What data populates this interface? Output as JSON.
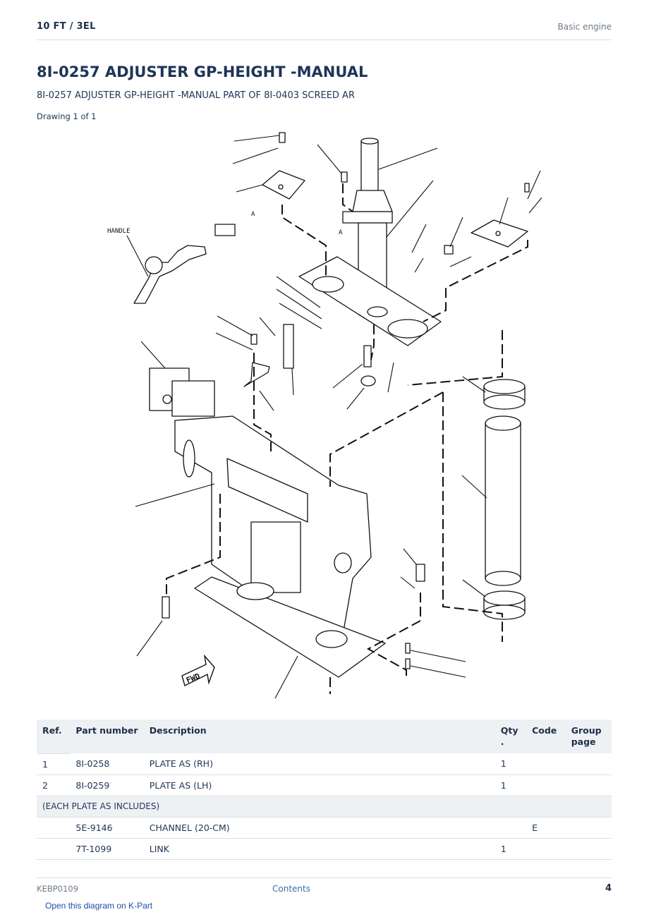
{
  "header": {
    "model": "10 FT  /  3EL",
    "section": "Basic engine"
  },
  "title": "8I-0257 ADJUSTER GP-HEIGHT -MANUAL",
  "subtitle": "8I-0257 ADJUSTER GP-HEIGHT -MANUAL PART OF 8I-0403 SCREED AR",
  "drawing_label": "Drawing 1 of 1",
  "diagram": {
    "handle_label": "HANDLE",
    "callout_a": "A",
    "callout_a2": "A",
    "fwd_label": "FWD"
  },
  "table": {
    "headers": {
      "ref": "Ref.",
      "part": "Part number",
      "desc": "Description",
      "qty": "Qty\n.",
      "code": "Code",
      "group": "Group page"
    },
    "rows": [
      {
        "ref": "1",
        "part": "8I-0258",
        "desc": "PLATE AS (RH)",
        "qty": "1",
        "code": ""
      },
      {
        "ref": "2",
        "part": "8I-0259",
        "desc": "PLATE AS (LH)",
        "qty": "1",
        "code": ""
      }
    ],
    "group_note": "(EACH PLATE AS INCLUDES)",
    "subrows": [
      {
        "ref": "",
        "part": "5E-9146",
        "desc": "CHANNEL (20-CM)",
        "qty": "",
        "code": "E"
      },
      {
        "ref": "",
        "part": "7T-1099",
        "desc": "LINK",
        "qty": "1",
        "code": ""
      }
    ]
  },
  "footer": {
    "doc_id": "KEBP0109",
    "contents": "Contents",
    "page": "4",
    "open_link": "Open this diagram on K-Part"
  }
}
